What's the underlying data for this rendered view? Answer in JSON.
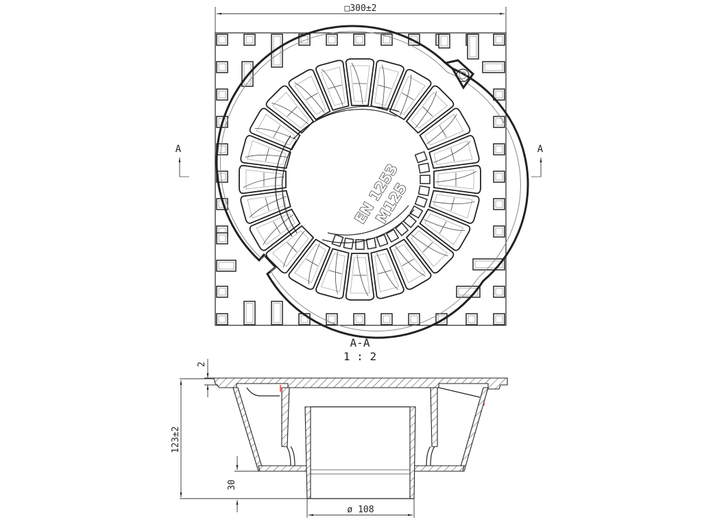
{
  "plan_view": {
    "overall_dimension_label": "□300±2",
    "cast_marking": {
      "line1": "EN 1253",
      "line2": "M125"
    },
    "section_marker_left": {
      "letter": "A",
      "direction": "up"
    },
    "section_marker_right": {
      "letter": "A",
      "direction": "up"
    }
  },
  "section_view": {
    "title": "A-A",
    "scale": "1 : 2",
    "dimensions": {
      "grate_recess": "2",
      "total_height": "123±2",
      "spigot_length": "30",
      "outlet_diameter": "ø 108"
    }
  },
  "colors": {
    "line": "#222222",
    "background": "#ffffff",
    "highlight": "#dd1111"
  }
}
